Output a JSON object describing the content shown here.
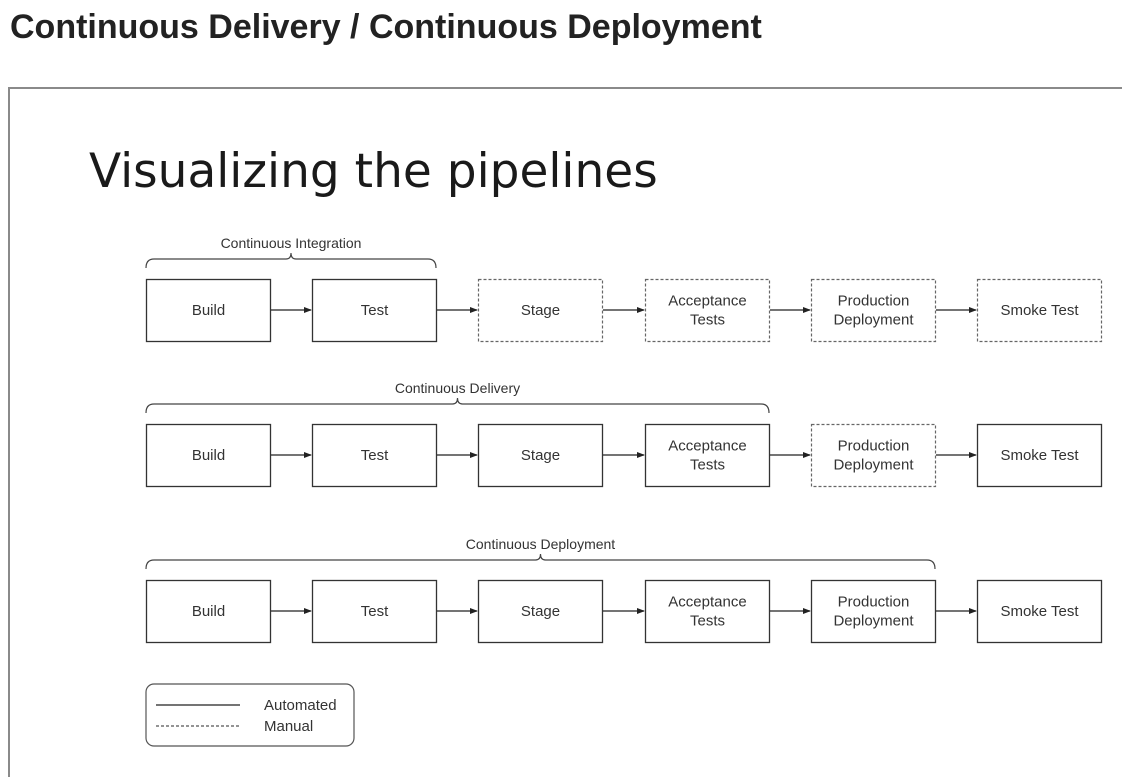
{
  "page": {
    "title": "Continuous Delivery / Continuous Deployment"
  },
  "slide": {
    "heading": "Visualizing the pipelines",
    "rows": [
      {
        "label": "Continuous Integration",
        "stages": [
          {
            "text": [
              "Build"
            ],
            "mode": "automated"
          },
          {
            "text": [
              "Test"
            ],
            "mode": "automated"
          },
          {
            "text": [
              "Stage"
            ],
            "mode": "manual"
          },
          {
            "text": [
              "Acceptance",
              "Tests"
            ],
            "mode": "manual"
          },
          {
            "text": [
              "Production",
              "Deployment"
            ],
            "mode": "manual"
          },
          {
            "text": [
              "Smoke Test"
            ],
            "mode": "manual"
          }
        ],
        "bracket_span": 2
      },
      {
        "label": "Continuous Delivery",
        "stages": [
          {
            "text": [
              "Build"
            ],
            "mode": "automated"
          },
          {
            "text": [
              "Test"
            ],
            "mode": "automated"
          },
          {
            "text": [
              "Stage"
            ],
            "mode": "automated"
          },
          {
            "text": [
              "Acceptance",
              "Tests"
            ],
            "mode": "automated"
          },
          {
            "text": [
              "Production",
              "Deployment"
            ],
            "mode": "manual"
          },
          {
            "text": [
              "Smoke Test"
            ],
            "mode": "automated"
          }
        ],
        "bracket_span": 4
      },
      {
        "label": "Continuous Deployment",
        "stages": [
          {
            "text": [
              "Build"
            ],
            "mode": "automated"
          },
          {
            "text": [
              "Test"
            ],
            "mode": "automated"
          },
          {
            "text": [
              "Stage"
            ],
            "mode": "automated"
          },
          {
            "text": [
              "Acceptance",
              "Tests"
            ],
            "mode": "automated"
          },
          {
            "text": [
              "Production",
              "Deployment"
            ],
            "mode": "automated"
          },
          {
            "text": [
              "Smoke Test"
            ],
            "mode": "automated"
          }
        ],
        "bracket_span": 5
      }
    ],
    "legend": {
      "automated": "Automated",
      "manual": "Manual"
    }
  }
}
